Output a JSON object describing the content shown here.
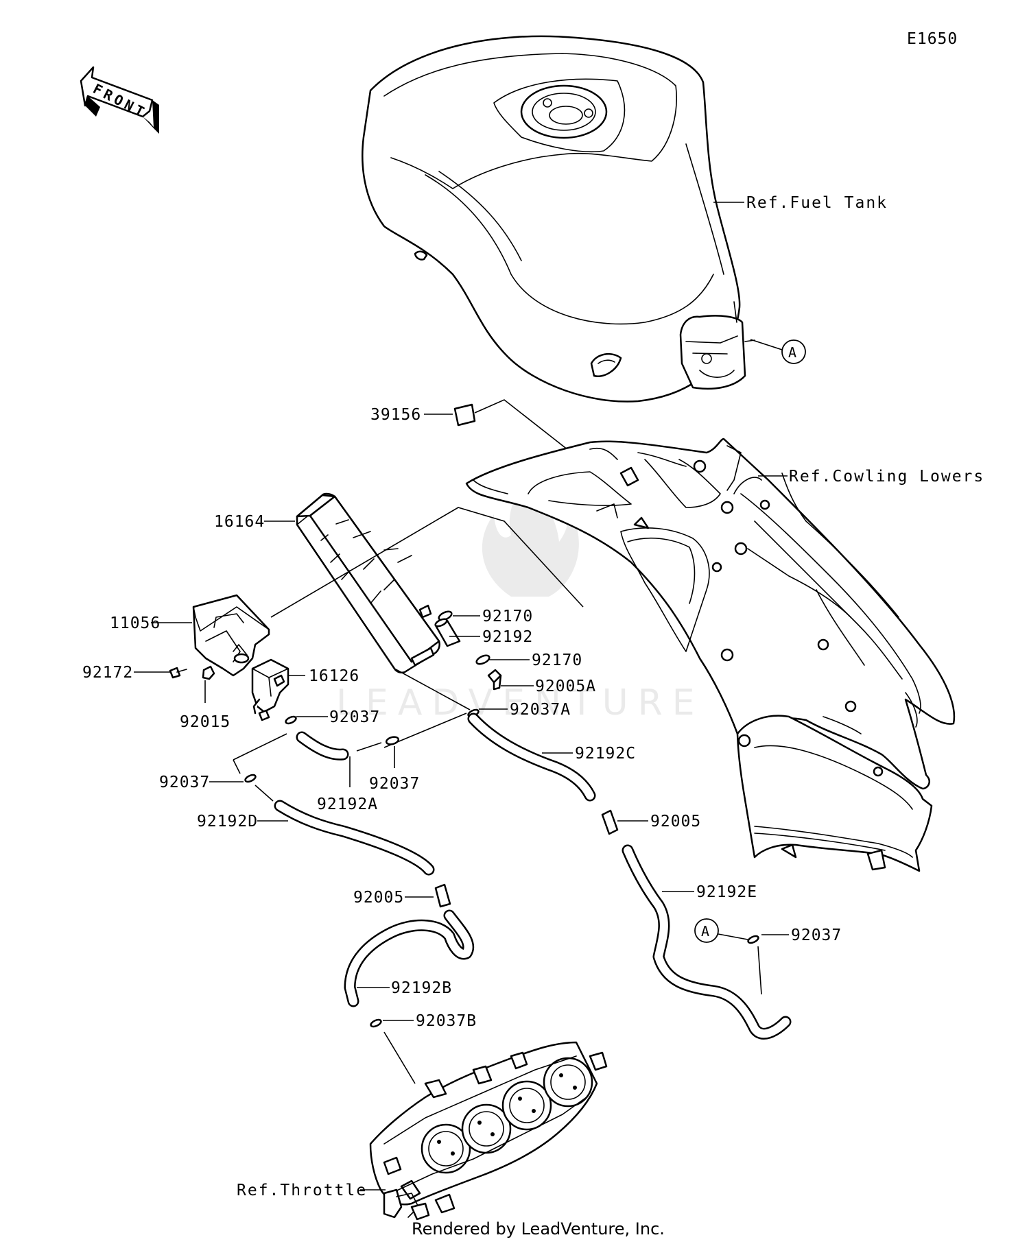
{
  "diagram": {
    "code": "E1650",
    "front_label": "FRONT",
    "footer": "Rendered by LeadVenture, Inc.",
    "watermark": "LEADVENTURE",
    "refs": {
      "fuel_tank": "Ref.Fuel Tank",
      "cowling": "Ref.Cowling Lowers",
      "throttle": "Ref.Throttle"
    },
    "marker": "A",
    "parts": {
      "p39156": "39156",
      "p16164": "16164",
      "p11056": "11056",
      "p92172": "92172",
      "p92015": "92015",
      "p16126": "16126",
      "p92170_a": "92170",
      "p92192": "92192",
      "p92170_b": "92170",
      "p92005A": "92005A",
      "p92037A": "92037A",
      "p92037_a": "92037",
      "p92037_b": "92037",
      "p92037_c": "92037",
      "p92192A": "92192A",
      "p92192C": "92192C",
      "p92192D": "92192D",
      "p92005_a": "92005",
      "p92005_b": "92005",
      "p92192E": "92192E",
      "p92037_d": "92037",
      "p92192B": "92192B",
      "p92037B": "92037B"
    }
  }
}
